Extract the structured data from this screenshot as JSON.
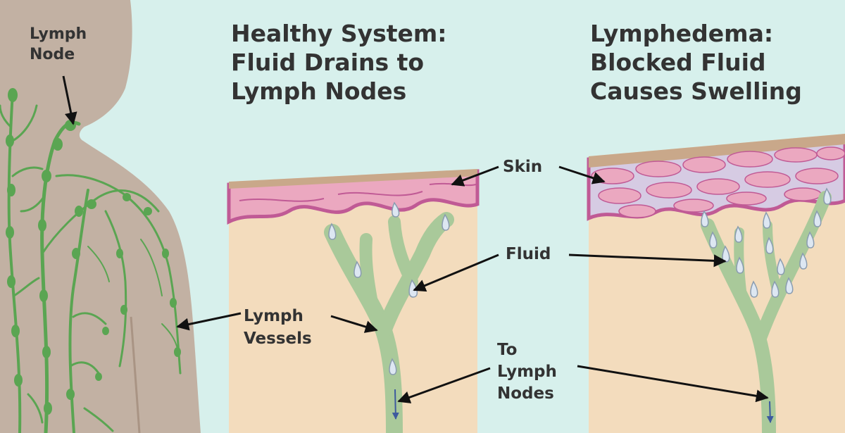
{
  "titles": {
    "healthy_line1": "Healthy System:",
    "healthy_line2": "Fluid Drains to",
    "healthy_line3": "Lymph Nodes",
    "lymphedema_line1": "Lymphedema:",
    "lymphedema_line2": "Blocked Fluid",
    "lymphedema_line3": "Causes Swelling"
  },
  "labels": {
    "lymph_node_line1": "Lymph",
    "lymph_node_line2": "Node",
    "skin": "Skin",
    "fluid": "Fluid",
    "lymph_vessels_line1": "Lymph",
    "lymph_vessels_line2": "Vessels",
    "to_nodes_line1": "To",
    "to_nodes_line2": "Lymph",
    "to_nodes_line3": "Nodes"
  },
  "colors": {
    "background": "#d7f0ec",
    "body": "#c2b1a3",
    "tissue": "#f3dcbd",
    "skin_pink": "#eba8c0",
    "skin_outline": "#c05a95",
    "vessel": "#a9c99a",
    "lymph_green": "#5aa552",
    "fluid_drop": "#dde7f2",
    "arrow": "#111111"
  }
}
